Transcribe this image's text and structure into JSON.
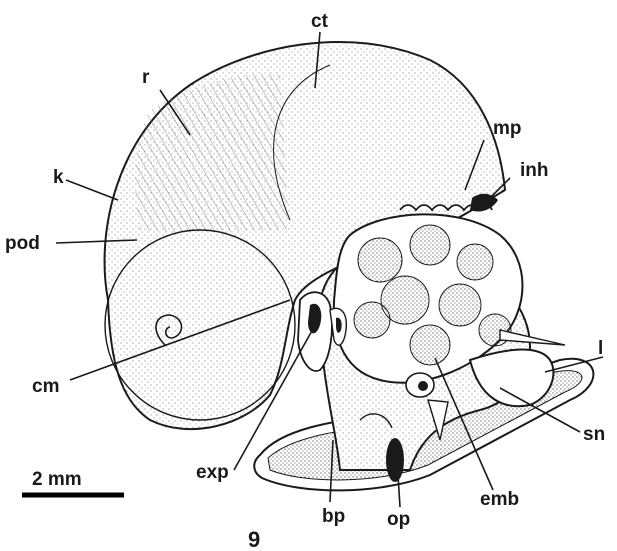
{
  "figure_number": "9",
  "scale_bar": {
    "label": "2 mm"
  },
  "labels": {
    "ct": "ct",
    "r": "r",
    "mp": "mp",
    "inh": "inh",
    "k": "k",
    "pod": "pod",
    "cm": "cm",
    "l": "l",
    "sn": "sn",
    "exp": "exp",
    "emb": "emb",
    "bp": "bp",
    "op": "op"
  }
}
